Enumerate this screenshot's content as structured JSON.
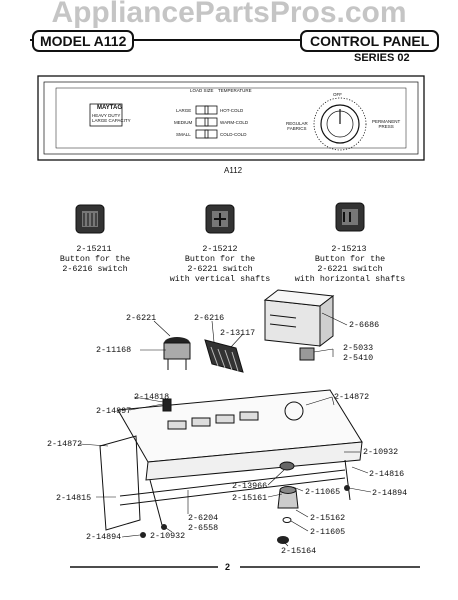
{
  "watermark": "AppliancePartsPros.com",
  "header": {
    "model": "MODEL A112",
    "panel_title": "CONTROL PANEL",
    "series": "SERIES 02"
  },
  "panel": {
    "brand": "MAYTAG",
    "brand_sub": "HEAVY DUTY\nLARGE CAPACITY",
    "col_headers": [
      "LOAD SIZE",
      "TEMPERATURE"
    ],
    "size_buttons": [
      "LARGE",
      "MEDIUM",
      "SMALL"
    ],
    "temp_buttons": [
      "HOT-COLD",
      "WARM-COLD",
      "COLD-COLD"
    ],
    "left_dial_label": "REGULAR\nFABRICS",
    "right_dial_label": "PERMANENT\nPRESS",
    "dial_top": "OFF",
    "caption": "A112"
  },
  "buttons": [
    {
      "part": "2-15211",
      "desc": "Button for the\n2-6216 switch"
    },
    {
      "part": "2-15212",
      "desc": "Button for the\n2-6221 switch\nwith vertical shafts"
    },
    {
      "part": "2-15213",
      "desc": "Button for the\n2-6221 switch\nwith horizontal shafts"
    }
  ],
  "callouts": {
    "c6221": "2-6221",
    "c6216": "2-6216",
    "c13117": "2-13117",
    "c6686": "2-6686",
    "c11168": "2-11168",
    "c5033": "2-5033",
    "c5410": "2-5410",
    "c14818": "2-14818",
    "c14897": "2-14897",
    "c14872a": "2-14872",
    "c14872b": "2-14872",
    "c10932a": "2-10932",
    "c14816": "2-14816",
    "c13966": "2-13966",
    "c15161": "2-15161",
    "c11065": "2-11065",
    "c14894a": "2-14894",
    "c14815": "2-14815",
    "c6204": "2-6204",
    "c6558": "2-6558",
    "c15162": "2-15162",
    "c11605": "2-11605",
    "c15164": "2-15164",
    "c14894b": "2-14894",
    "c10932b": "2-10932"
  },
  "page_number": "2"
}
